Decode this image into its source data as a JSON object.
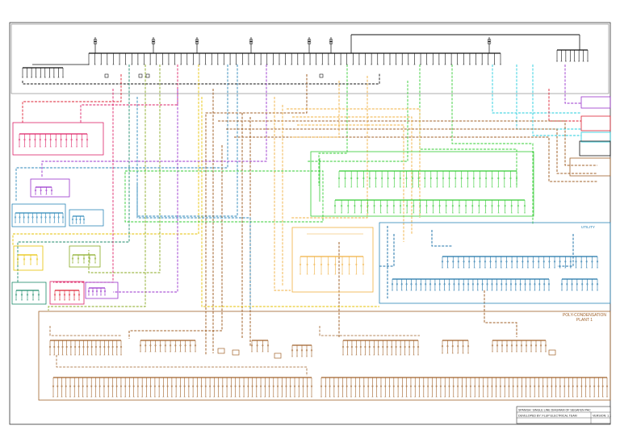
{
  "title_block": {
    "line1": "SPANISH: SINGLE LINE DIAGRAM OF SEGAFEN PAC",
    "line2": "DEVELOPED BY: FLUP ELECTRICAL TEAM",
    "revision": "VERSION: 1.1"
  },
  "labels": {
    "utility": "UTILITY",
    "poly_plant": "POLY-CONDENSATION PLANT 1"
  },
  "colors": {
    "main": "#111111",
    "brown": "#a0622a",
    "green": "#33cc33",
    "blue": "#2a86b8",
    "darkblue": "#1f73a8",
    "yellow": "#e6c200",
    "orange": "#f0b040",
    "pink": "#dd2266",
    "purple": "#9933cc",
    "olive": "#88aa22",
    "teal": "#1c8a6a",
    "cyan": "#22ccdd",
    "red": "#dd2233"
  }
}
